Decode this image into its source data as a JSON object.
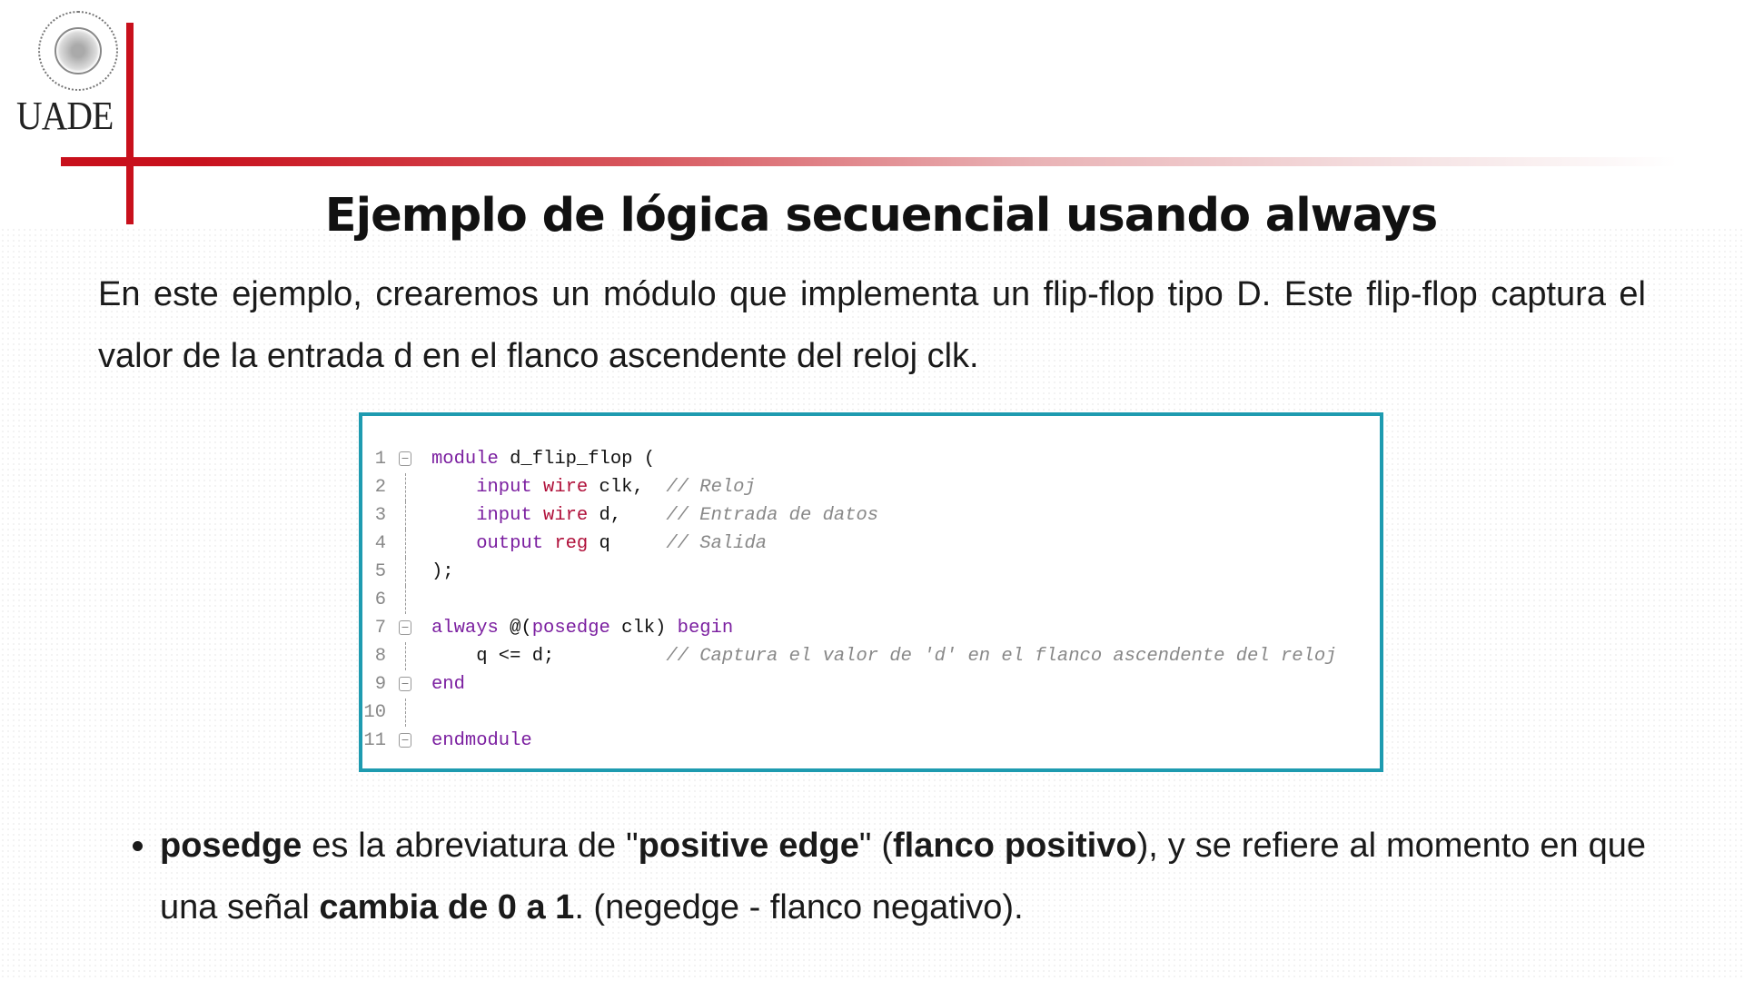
{
  "logo": {
    "text": "UADE"
  },
  "title": "Ejemplo de lógica secuencial usando always",
  "intro": "En este ejemplo, crearemos un módulo que implementa un flip-flop tipo D. Este flip-flop captura el valor de la entrada d en el flanco ascendente del reloj clk.",
  "code": {
    "lines": [
      {
        "n": "1",
        "fold": "open",
        "tokens": [
          {
            "t": "module",
            "c": "kw"
          },
          {
            "t": " d_flip_flop (",
            "c": "id"
          }
        ]
      },
      {
        "n": "2",
        "fold": "guide",
        "tokens": [
          {
            "t": "    input",
            "c": "kw"
          },
          {
            "t": " wire",
            "c": "ty"
          },
          {
            "t": " clk,  ",
            "c": "id"
          },
          {
            "t": "// Reloj",
            "c": "cm"
          }
        ]
      },
      {
        "n": "3",
        "fold": "guide",
        "tokens": [
          {
            "t": "    input",
            "c": "kw"
          },
          {
            "t": " wire",
            "c": "ty"
          },
          {
            "t": " d,    ",
            "c": "id"
          },
          {
            "t": "// Entrada de datos",
            "c": "cm"
          }
        ]
      },
      {
        "n": "4",
        "fold": "guide",
        "tokens": [
          {
            "t": "    output",
            "c": "kw"
          },
          {
            "t": " reg",
            "c": "ty"
          },
          {
            "t": " q     ",
            "c": "id"
          },
          {
            "t": "// Salida",
            "c": "cm"
          }
        ]
      },
      {
        "n": "5",
        "fold": "guide",
        "tokens": [
          {
            "t": ");",
            "c": "id"
          }
        ]
      },
      {
        "n": "6",
        "fold": "guide",
        "tokens": []
      },
      {
        "n": "7",
        "fold": "open",
        "tokens": [
          {
            "t": "always",
            "c": "kw"
          },
          {
            "t": " @(",
            "c": "id"
          },
          {
            "t": "posedge",
            "c": "kw"
          },
          {
            "t": " clk) ",
            "c": "id"
          },
          {
            "t": "begin",
            "c": "kw"
          }
        ]
      },
      {
        "n": "8",
        "fold": "guide",
        "tokens": [
          {
            "t": "    q <= d;          ",
            "c": "id"
          },
          {
            "t": "// Captura el valor de 'd' en el flanco ascendente del reloj",
            "c": "cm"
          }
        ]
      },
      {
        "n": "9",
        "fold": "close",
        "tokens": [
          {
            "t": "end",
            "c": "kw"
          }
        ]
      },
      {
        "n": "10",
        "fold": "guide",
        "tokens": []
      },
      {
        "n": "11",
        "fold": "close",
        "tokens": [
          {
            "t": "endmodule",
            "c": "kw"
          }
        ]
      }
    ]
  },
  "bullet": {
    "segments": [
      {
        "t": "posedge",
        "b": true
      },
      {
        "t": " es la abreviatura de \"",
        "b": false
      },
      {
        "t": "positive edge",
        "b": true
      },
      {
        "t": "\" (",
        "b": false
      },
      {
        "t": "flanco positivo",
        "b": true
      },
      {
        "t": "), y se refiere al momento en que una señal ",
        "b": false
      },
      {
        "t": "cambia de 0 a 1",
        "b": true
      },
      {
        "t": ".   (negedge - flanco negativo).",
        "b": false
      }
    ]
  }
}
